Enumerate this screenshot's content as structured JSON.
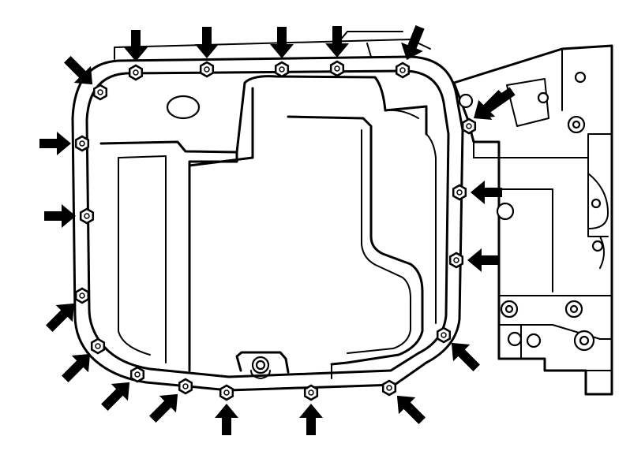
{
  "colors": {
    "line": "#000000",
    "background": "#ffffff"
  },
  "bolts": [
    {
      "id": "bolt-1",
      "dir": "se"
    },
    {
      "id": "bolt-2",
      "dir": "s"
    },
    {
      "id": "bolt-3",
      "dir": "s"
    },
    {
      "id": "bolt-4",
      "dir": "s"
    },
    {
      "id": "bolt-5",
      "dir": "s"
    },
    {
      "id": "bolt-6",
      "dir": "ssw"
    },
    {
      "id": "bolt-7",
      "dir": "sw"
    },
    {
      "id": "bolt-8",
      "dir": "w"
    },
    {
      "id": "bolt-9",
      "dir": "w"
    },
    {
      "id": "bolt-10",
      "dir": "nw"
    },
    {
      "id": "bolt-11",
      "dir": "nw"
    },
    {
      "id": "bolt-12",
      "dir": "n"
    },
    {
      "id": "bolt-13",
      "dir": "n"
    },
    {
      "id": "bolt-14",
      "dir": "ne"
    },
    {
      "id": "bolt-15",
      "dir": "ne"
    },
    {
      "id": "bolt-16",
      "dir": "ne"
    },
    {
      "id": "bolt-17",
      "dir": "ne"
    },
    {
      "id": "bolt-18",
      "dir": "e"
    },
    {
      "id": "bolt-19",
      "dir": "e"
    },
    {
      "id": "bolt-20",
      "dir": "se"
    }
  ]
}
